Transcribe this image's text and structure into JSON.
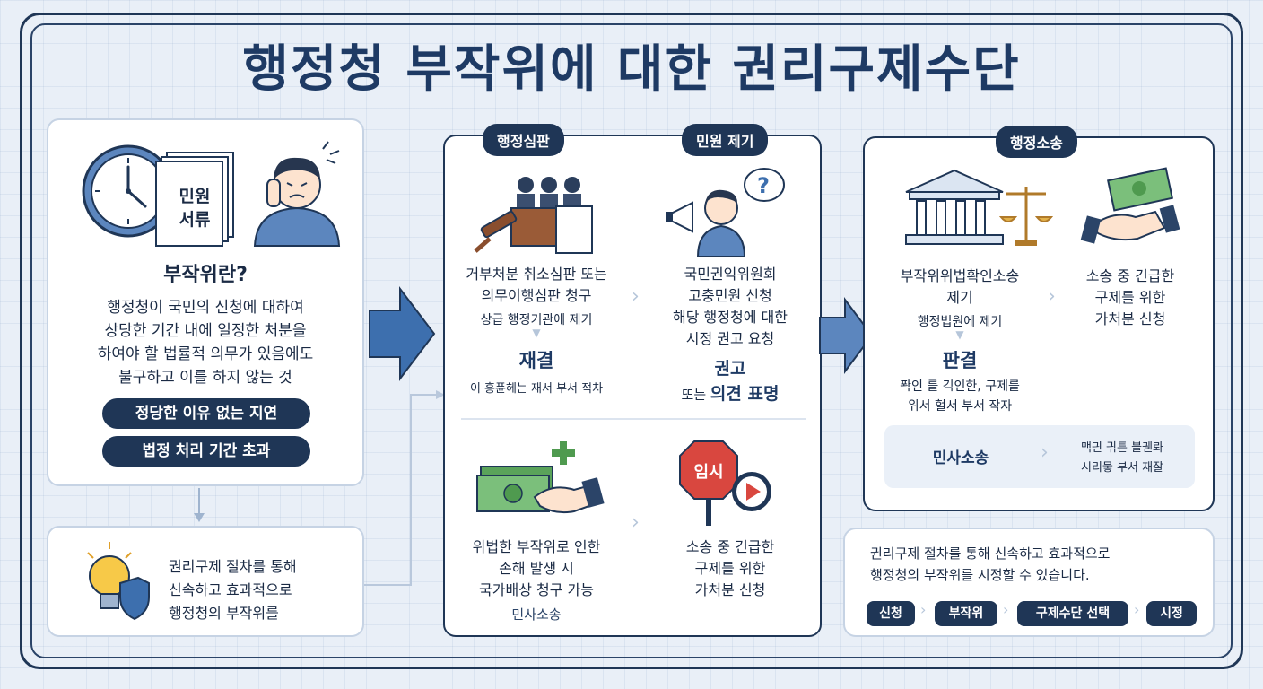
{
  "title": "행정청 부작위에 대한 권리구제수단",
  "left_panel": {
    "doc_label_1": "민원",
    "doc_label_2": "서류",
    "heading": "부작위란?",
    "desc_lines": [
      "행정청이 국민의 신청에 대하여",
      "상당한 기간 내에 일정한 처분을",
      "하여야 할 법률적 의무가 있음에도",
      "불구하고 이를 하지 않는 것"
    ],
    "pill_1": "정당한 이유 없는 지연",
    "pill_2": "법정 처리 기간 초과"
  },
  "bottom_left": {
    "lines": [
      "권리구제 절차를 통해",
      "신속하고 효과적으로",
      "행정청의 부작위를"
    ]
  },
  "middle_panel": {
    "tag_1": "행정심판",
    "tag_2": "민원 제기",
    "admin_appeal": {
      "lines": [
        "거부처분 취소심판 또는",
        "의무이행심판 청구"
      ],
      "sub": "상급 행정기관에 제기",
      "result": "재결",
      "result_note": "이 흥퓬헤는 재서 부서 적차"
    },
    "complaint": {
      "lines": [
        "국민권익위원회",
        "고충민원 신청",
        "해당 행정청에 대한",
        "시정 권고 요청"
      ],
      "result_1": "권고",
      "result_2_prefix": "또는 ",
      "result_2_bold": "의견 표명"
    },
    "damages": {
      "lines": [
        "위법한 부작위로 인한",
        "손해 발생 시",
        "국가배상 청구 가능"
      ],
      "sub": "민사소송"
    },
    "interim": {
      "sign": "임시",
      "lines": [
        "소송 중 긴급한",
        "구제를 위한",
        "가처분 신청"
      ]
    }
  },
  "right_panel": {
    "tag": "행정소송",
    "lawsuit": {
      "lines": [
        "부작위위법확인소송",
        "제기"
      ],
      "sub": "행정법원에 제기",
      "result": "판결",
      "note_lines": [
        "퐉인 를 긱인한, 구제를",
        "위서 헐서 부서 작자"
      ]
    },
    "interim": {
      "lines": [
        "소송 중 긴급한",
        "구제를 위한",
        "가처분 신청"
      ]
    },
    "civil": {
      "label": "민사소송",
      "note_lines": [
        "맥긘 긖튼 블궨롸",
        "시리뭏 부서 재잘"
      ]
    }
  },
  "summary": {
    "lines": [
      "권리구제 절차를 통해 신속하고 효과적으로",
      "행정청의 부작위를 시정할 수 있습니다."
    ],
    "steps": [
      "신청",
      "부작위",
      "구제수단 선택",
      "시정"
    ]
  },
  "colors": {
    "navy": "#1f3656",
    "title": "#1e3a64",
    "arrow": "#3d6fae",
    "accent_green": "#4f9a4f",
    "accent_red": "#d9473f"
  }
}
